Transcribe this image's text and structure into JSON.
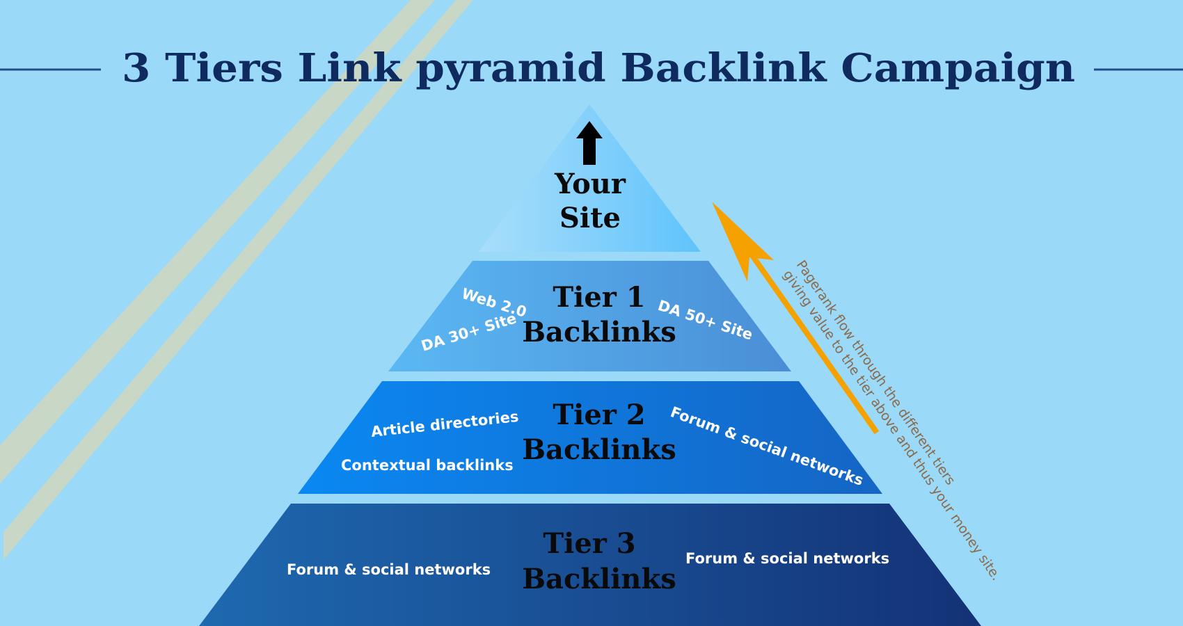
{
  "title": "3 Tiers Link pyramid Backlink Campaign",
  "colors": {
    "background": "#9bd9f8",
    "title": "#0f2a5e",
    "flow_arrow": "#f5a100",
    "flow_text": "#8a6a4a",
    "decor_stripe": "#c9d8c6"
  },
  "top": {
    "line1": "Your",
    "line2": "Site",
    "icon": "up-arrow-icon"
  },
  "tier1": {
    "line1": "Tier 1",
    "line2": "Backlinks",
    "labels": [
      "Web 2.0",
      "DA 30+ Site",
      "DA 50+ Site"
    ]
  },
  "tier2": {
    "line1": "Tier 2",
    "line2": "Backlinks",
    "labels": [
      "Article directories",
      "Contextual backlinks",
      "Forum & social networks"
    ]
  },
  "tier3": {
    "line1": "Tier 3",
    "line2": "Backlinks",
    "labels": [
      "Forum & social networks",
      "Forum & social networks"
    ]
  },
  "flow": {
    "line1": "Pagerank flow through the different tiers",
    "line2": "giving value to the tier above and thus your money site."
  }
}
